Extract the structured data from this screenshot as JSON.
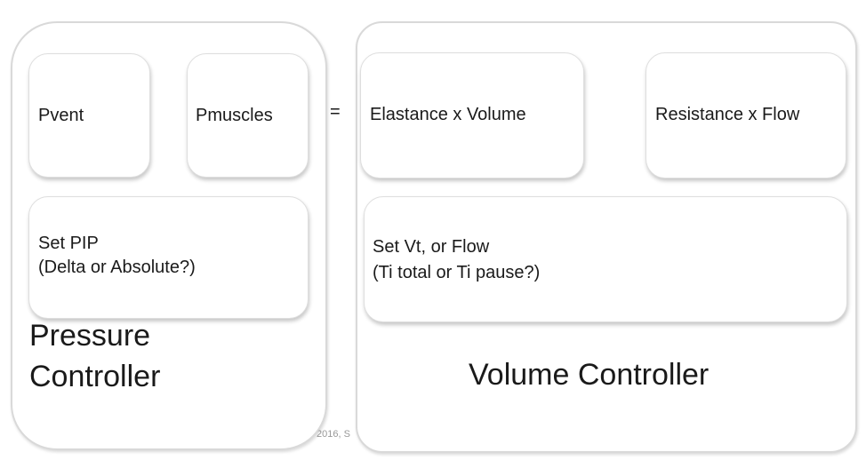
{
  "copyright_fragment": "2016, S",
  "equals_sign": "=",
  "pressure_controller": {
    "title_line1": "Pressure",
    "title_line2": "Controller",
    "terms": [
      "Pvent",
      "Pmuscles"
    ],
    "setting_line1": "Set PIP",
    "setting_line2": "(Delta or Absolute?)"
  },
  "volume_controller": {
    "title": "Volume Controller",
    "terms": [
      "Elastance x Volume",
      "Resistance x Flow"
    ],
    "setting_line1": "Set Vt, or Flow",
    "setting_line2": "(Ti total or Ti pause?)"
  }
}
